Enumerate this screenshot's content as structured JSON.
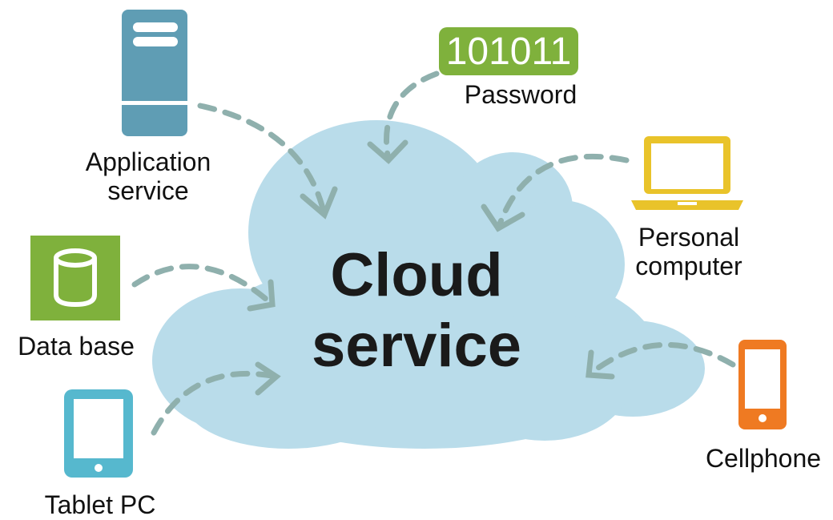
{
  "diagram": {
    "center_line1": "Cloud",
    "center_line2": "service",
    "password_code": "101011",
    "password_label": "Password",
    "app_label_line1": "Application",
    "app_label_line2": "service",
    "database_label": "Data base",
    "tablet_label": "Tablet PC",
    "pc_label_line1": "Personal",
    "pc_label_line2": "computer",
    "cellphone_label": "Cellphone"
  },
  "colors": {
    "cloud": "#b9dcea",
    "arrow": "#8fb0ad",
    "server": "#5f9db4",
    "database": "#7fb13c",
    "tablet": "#56b8ce",
    "laptop": "#e9c32a",
    "phone": "#ef7a22"
  },
  "icons": [
    "server-icon",
    "database-icon",
    "tablet-icon",
    "laptop-icon",
    "cellphone-icon"
  ]
}
